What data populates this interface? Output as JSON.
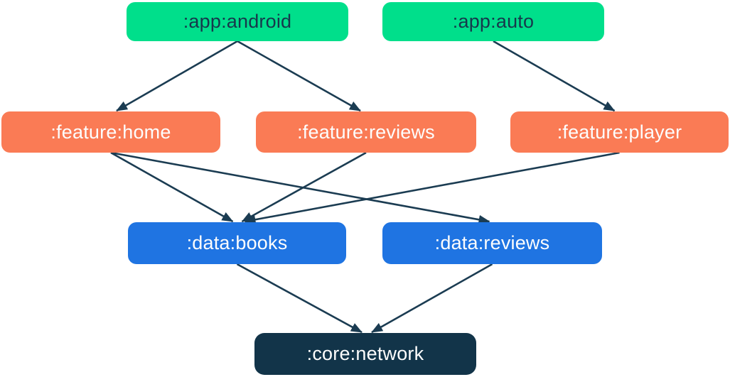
{
  "diagram_title": "module-dependency-graph",
  "palette": {
    "app_green": "#00df8b",
    "feature_orange": "#fa7b55",
    "data_blue": "#1f74e2",
    "core_navy": "#123449",
    "edge_color": "#1b3c52",
    "text_on_green": "#17384c",
    "text_on_color": "#fdfdfd",
    "background": "#ffffff"
  },
  "graph": {
    "nodes": [
      {
        "id": "app-android",
        "label": ":app:android",
        "kind": "app"
      },
      {
        "id": "app-auto",
        "label": ":app:auto",
        "kind": "app"
      },
      {
        "id": "feature-home",
        "label": ":feature:home",
        "kind": "feature"
      },
      {
        "id": "feature-reviews",
        "label": ":feature:reviews",
        "kind": "feature"
      },
      {
        "id": "feature-player",
        "label": ":feature:player",
        "kind": "feature"
      },
      {
        "id": "data-books",
        "label": ":data:books",
        "kind": "data"
      },
      {
        "id": "data-reviews",
        "label": ":data:reviews",
        "kind": "data"
      },
      {
        "id": "core-network",
        "label": ":core:network",
        "kind": "core"
      }
    ],
    "edges": [
      {
        "from": "app-android",
        "to": "feature-home",
        "tdx": 8
      },
      {
        "from": "app-android",
        "to": "feature-reviews",
        "tdx": -8
      },
      {
        "from": "app-auto",
        "to": "feature-player",
        "tdx": -7
      },
      {
        "from": "feature-home",
        "to": "data-books",
        "tdx": -6
      },
      {
        "from": "feature-home",
        "to": "data-reviews",
        "tdx": -4
      },
      {
        "from": "feature-reviews",
        "to": "data-books",
        "tdx": 7
      },
      {
        "from": "feature-player",
        "to": "data-books",
        "tdx": 11
      },
      {
        "from": "data-books",
        "to": "core-network",
        "tdx": -5
      },
      {
        "from": "data-reviews",
        "to": "core-network",
        "tdx": 9
      }
    ]
  }
}
